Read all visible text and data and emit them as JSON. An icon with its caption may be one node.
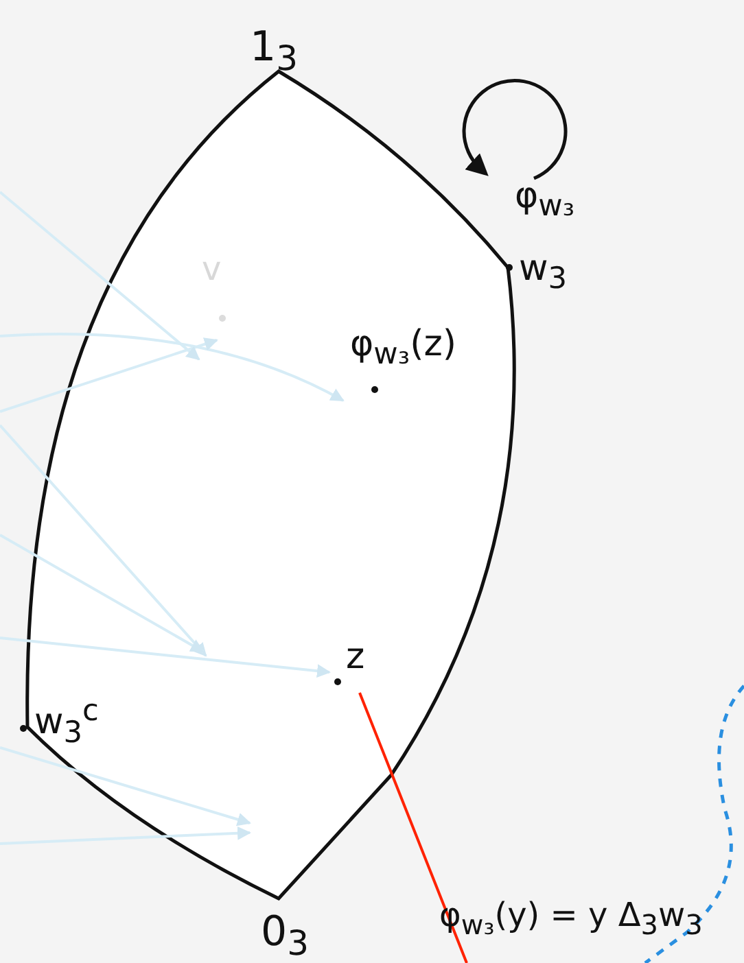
{
  "diagram": {
    "labels": [
      "1$_{3}$",
      "φ$_{w₃}$",
      "w$_{3}$",
      "v",
      "φ$_{w₃}$(z)",
      "z",
      "w$_{3}$$^{c}$",
      "0$_{3}$",
      "φ$_{w₃}$(y) = y Δ$_{3}$w$_{3}$"
    ]
  }
}
